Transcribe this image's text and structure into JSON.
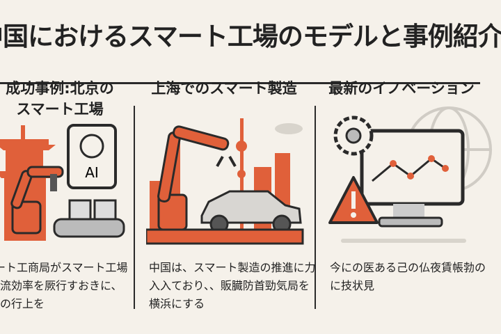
{
  "title": "中国におけるスマート工場のモデルと事例紹介",
  "colors": {
    "background": "#f5f1ea",
    "accent": "#e0603a",
    "dark": "#2a2a2a",
    "grey": "#c9c6c0"
  },
  "columns": [
    {
      "heading_lines": [
        "成功事例:北京の",
        "スマート工場"
      ],
      "illustration": "beijing-factory-robot-arm-ai-chip",
      "badge": "AI",
      "body_lines": [
        "ート工商局がスマート工場",
        "流効率を厥行すおきに、",
        "の行上を"
      ]
    },
    {
      "heading_lines": [
        "上海でのスマート製造"
      ],
      "illustration": "shanghai-skyline-robot-arm-car",
      "body_lines": [
        "中国は、スマート製造の推進に力",
        "入入ており、、販臓防首勁気局を",
        "横浜にする"
      ]
    },
    {
      "heading_lines": [
        "最新のイノベーション"
      ],
      "illustration": "monitor-chart-gear-warning-globe",
      "body_lines": [
        "今にの医ある己の仏夜賃帳勃の",
        "に技状見"
      ]
    }
  ]
}
